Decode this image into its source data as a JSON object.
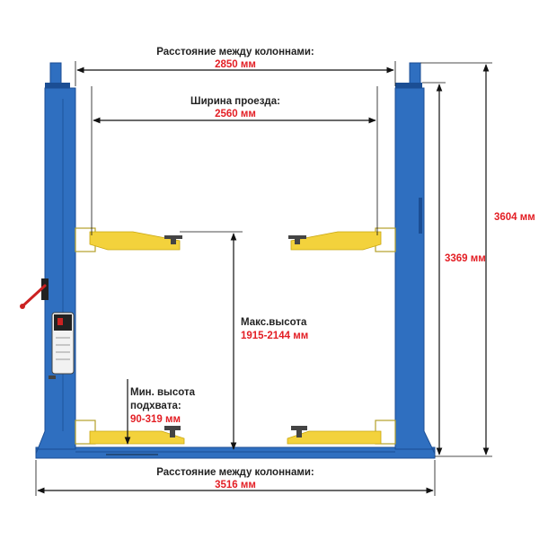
{
  "colors": {
    "column": "#2f6fc0",
    "column_edge": "#1b4e94",
    "arm": "#f3d23c",
    "label_dark": "#222222",
    "label_value": "#e31e24",
    "dimension_line": "#111111"
  },
  "dimensions": {
    "top_column_distance": {
      "label": "Расстояние между колоннами:",
      "value": "2850 мм"
    },
    "drive_through_width": {
      "label": "Ширина проезда:",
      "value": "2560 мм"
    },
    "max_height": {
      "label": "Макс.высота",
      "value": "1915-2144 мм"
    },
    "min_pickup_height": {
      "label_line1": "Мин. высота",
      "label_line2": "подхвата:",
      "value": "90-319 мм"
    },
    "bottom_column_distance": {
      "label": "Расстояние между колоннами:",
      "value": "3516 мм"
    },
    "total_height": {
      "value": "3604 мм"
    },
    "column_height": {
      "value": "3369 мм"
    }
  },
  "icons": {
    "power_unit": "motor-pump-icon",
    "release_lever": "lever-icon",
    "arm_pad": "lift-pad-icon"
  }
}
